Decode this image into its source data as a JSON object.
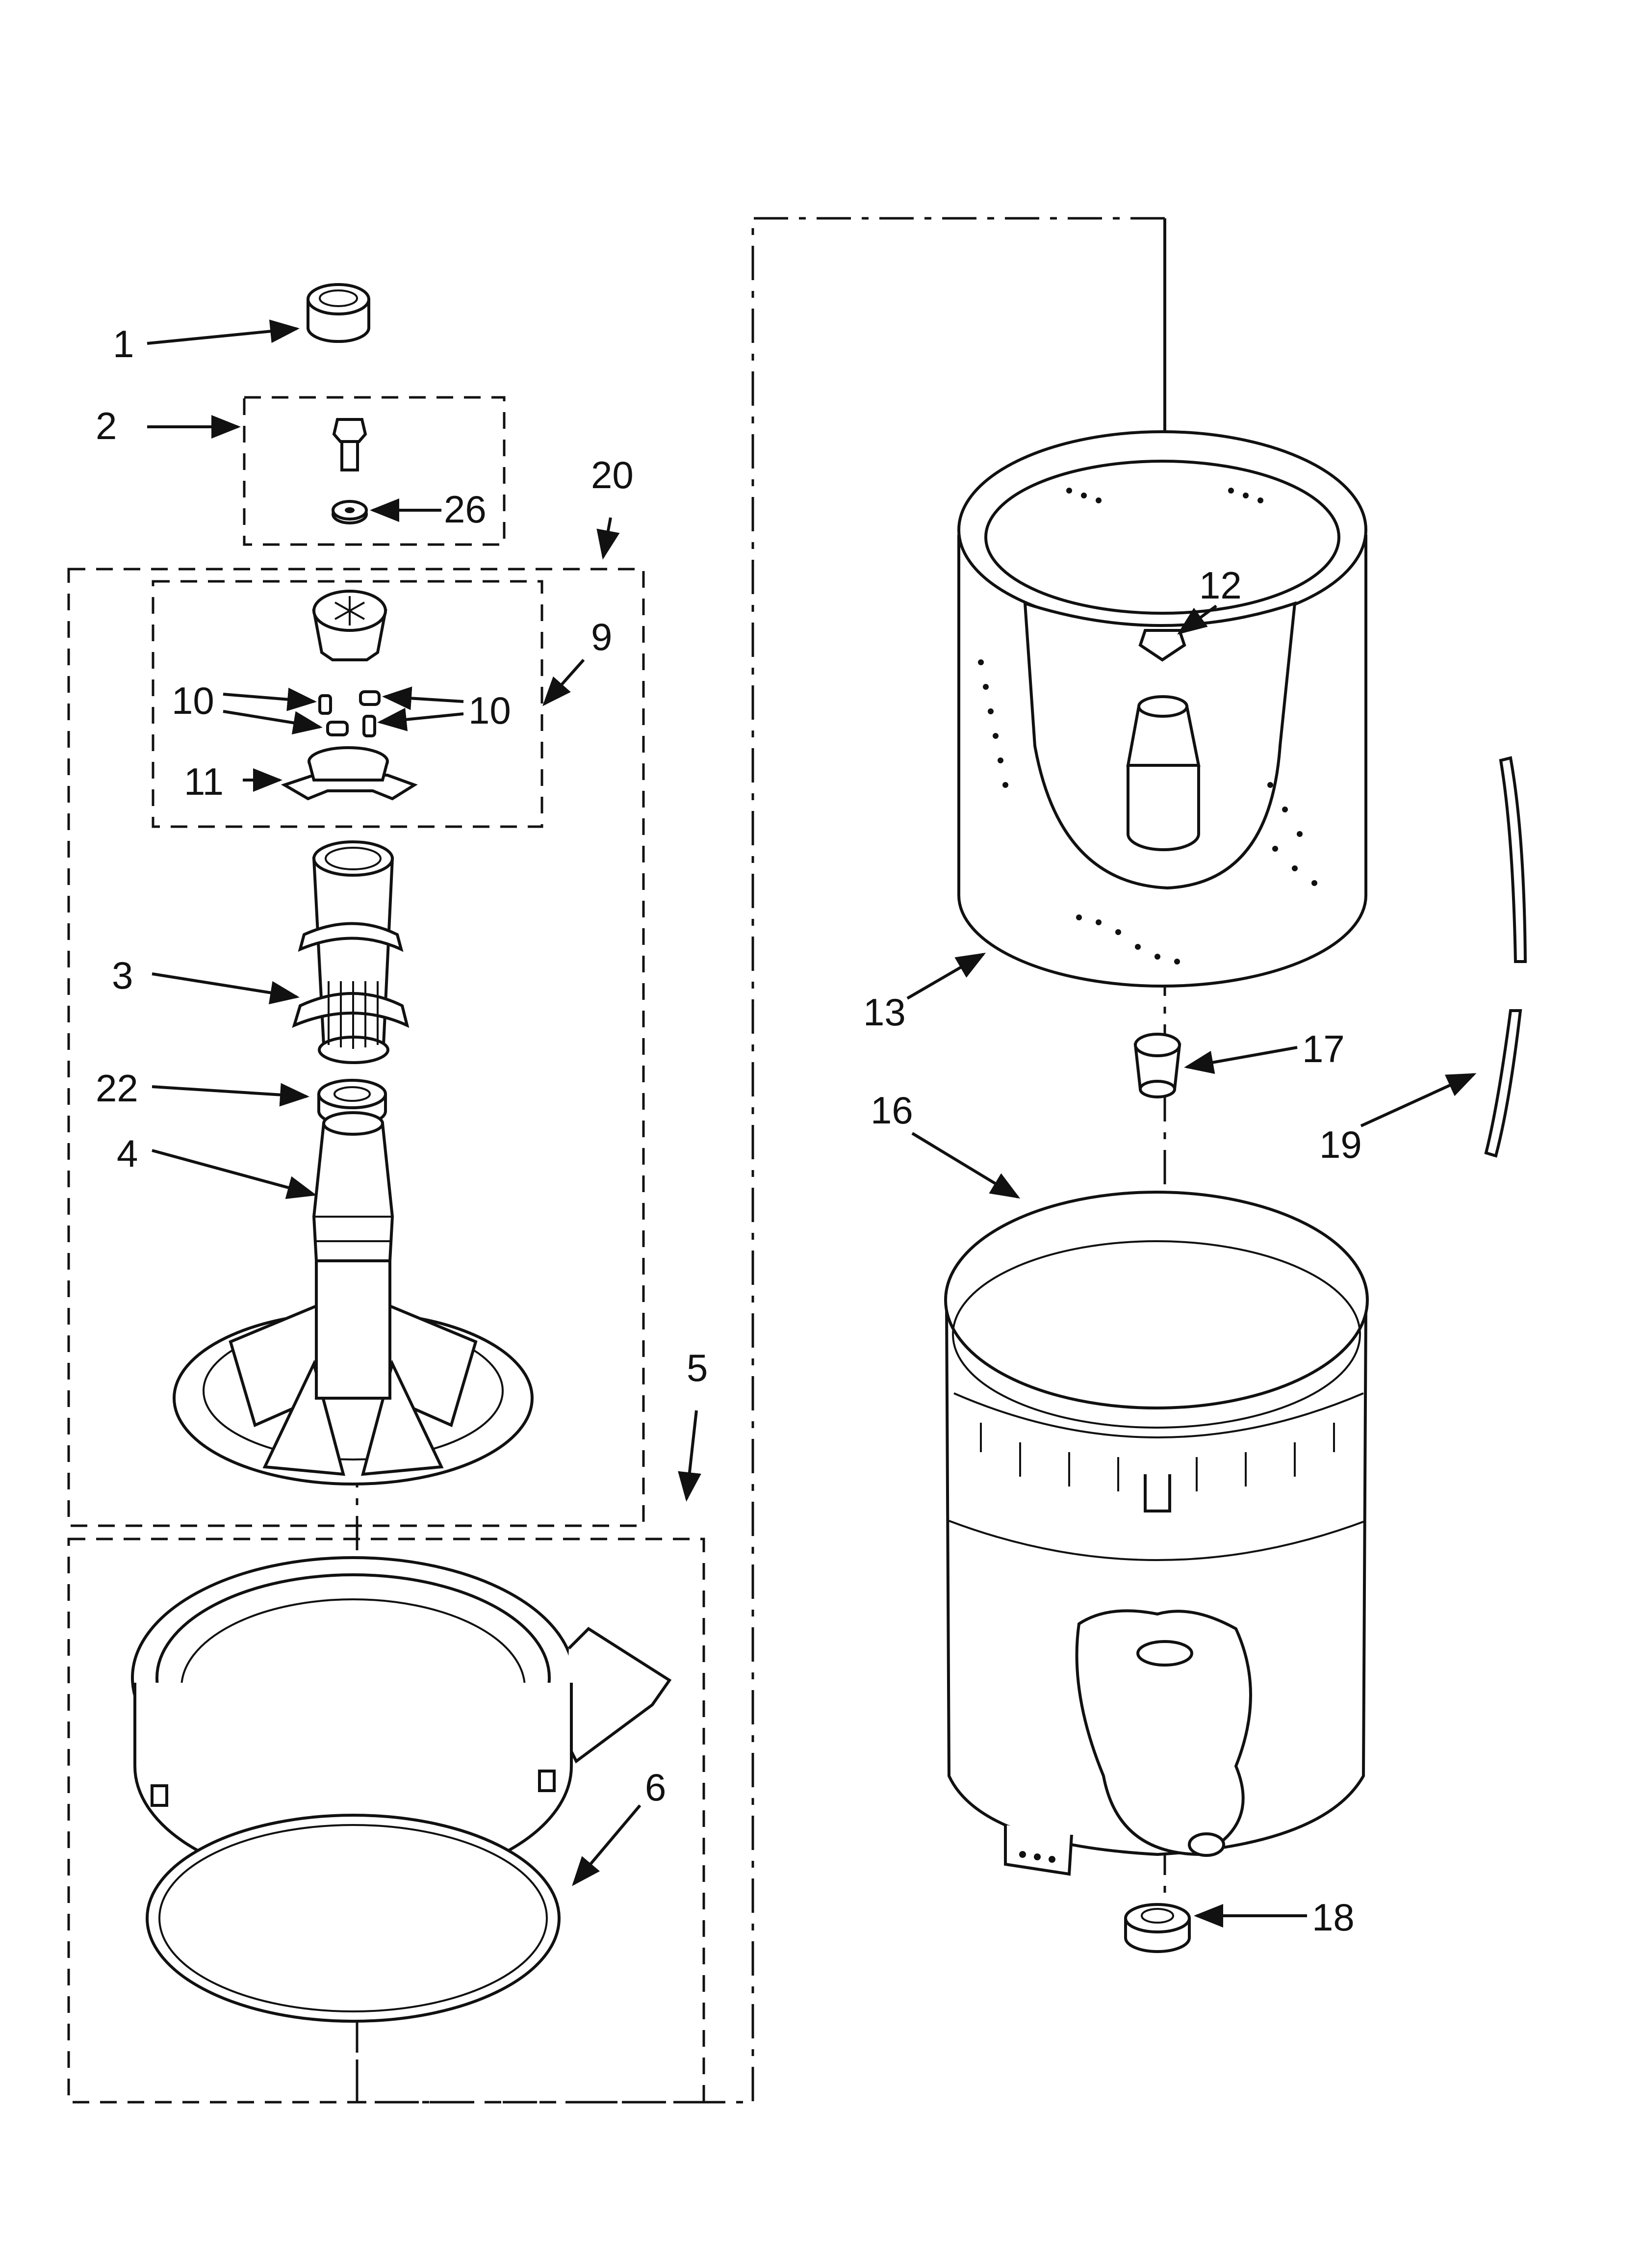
{
  "diagram": {
    "colors": {
      "line": "#111111",
      "background": "#ffffff"
    },
    "callouts": {
      "c1": "1",
      "c2": "2",
      "c26": "26",
      "c20": "20",
      "c9": "9",
      "c10a": "10",
      "c10b": "10",
      "c11": "11",
      "c3": "3",
      "c22": "22",
      "c4": "4",
      "c5": "5",
      "c6": "6",
      "c12": "12",
      "c13": "13",
      "c17": "17",
      "c16": "16",
      "c19": "19",
      "c18": "18"
    }
  }
}
